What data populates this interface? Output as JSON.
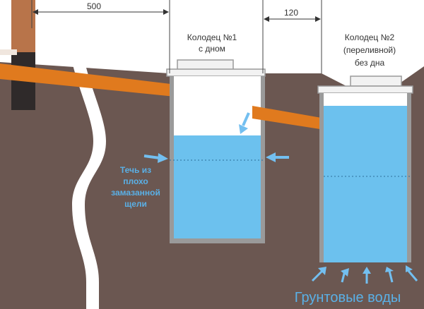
{
  "dimensions": {
    "pipe_to_well1": "500",
    "well1_to_well2": "120"
  },
  "well1": {
    "title_line1": "Колодец №1",
    "title_line2": "с дном"
  },
  "well2": {
    "title_line1": "Колодец №2",
    "title_line2": "(переливной)",
    "title_line3": "без дна"
  },
  "leak_note": {
    "line1": "Течь из",
    "line2": "плохо",
    "line3": "замазанной",
    "line4": "щели"
  },
  "groundwater": {
    "label": "Грунтовые воды"
  },
  "colors": {
    "soil": "#6b5751",
    "water": "#6cc1ee",
    "pipe": "#e07a1e",
    "wall": "#9a9a9a",
    "arrow": "#73bff0",
    "riser": "#b8744a"
  }
}
